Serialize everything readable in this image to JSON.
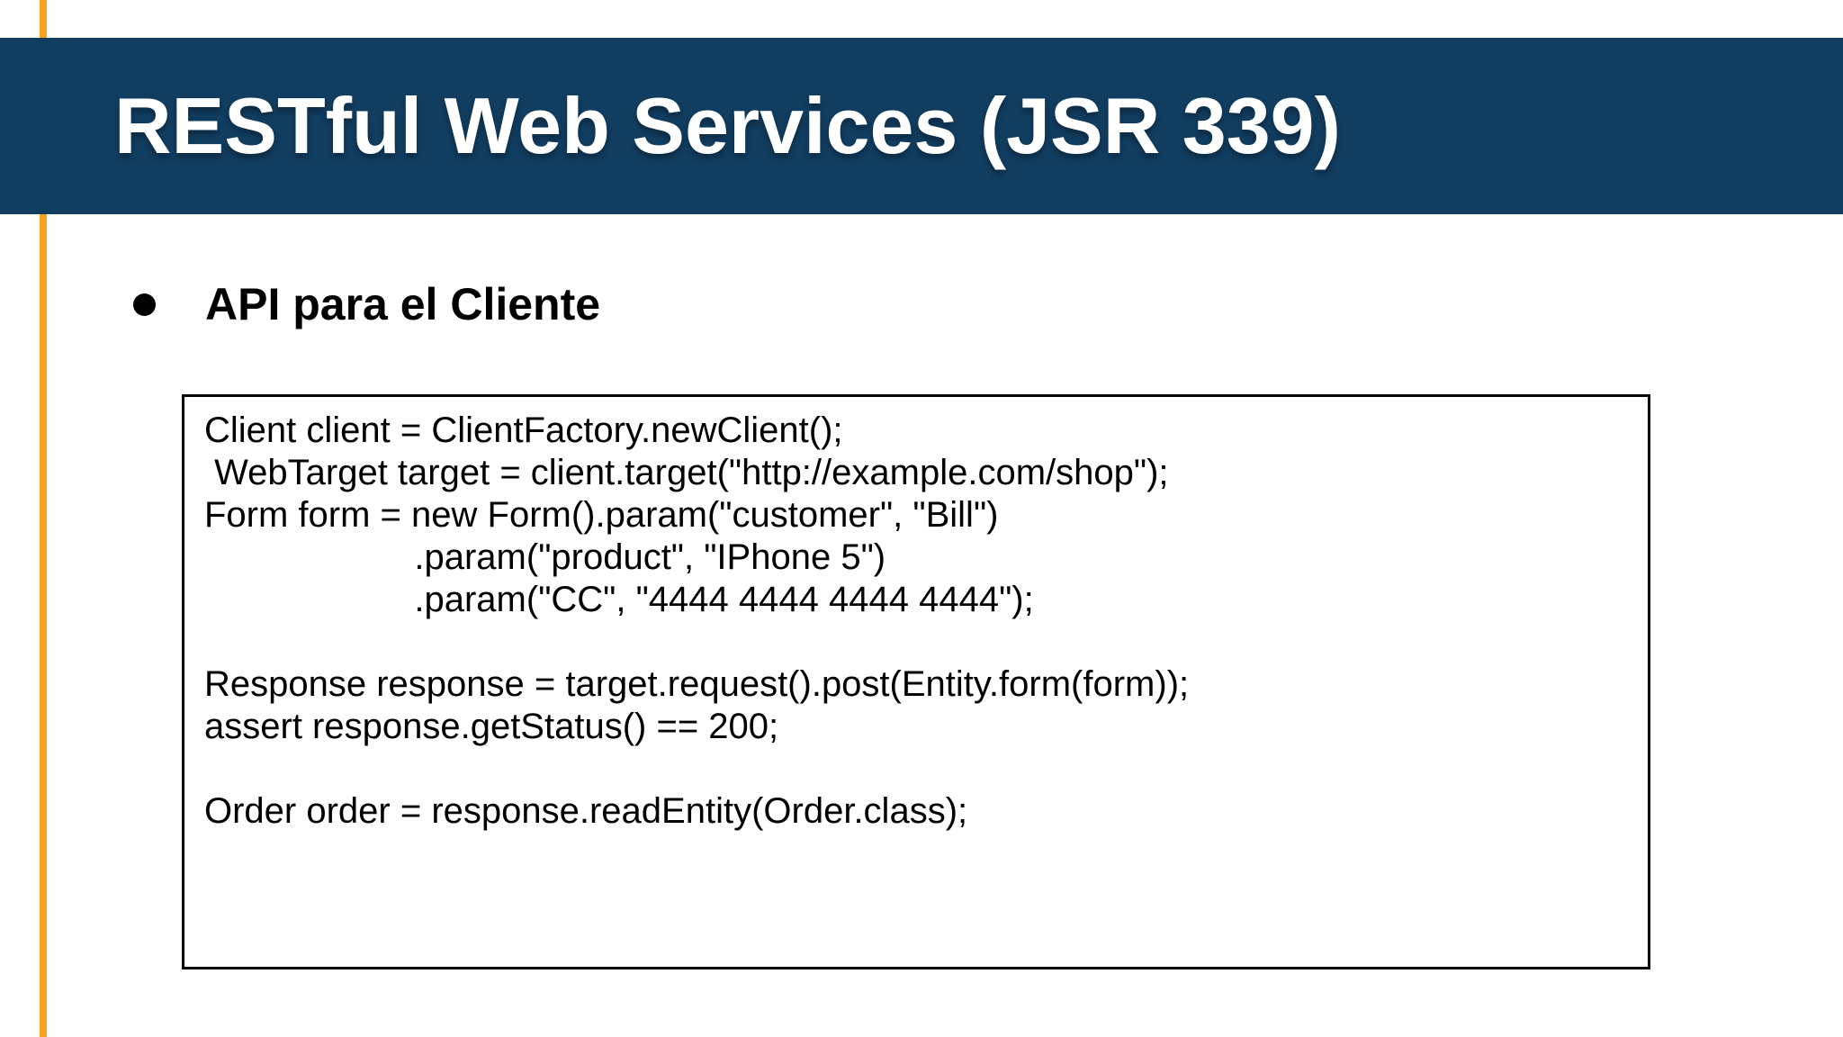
{
  "slide": {
    "title": "RESTful Web Services (JSR 339)",
    "bullet": "API para el Cliente",
    "code_lines": [
      "Client client = ClientFactory.newClient();",
      " WebTarget target = client.target(\"http://example.com/shop\");",
      "Form form = new Form().param(\"customer\", \"Bill\")",
      "                     .param(\"product\", \"IPhone 5\")",
      "                     .param(\"CC\", \"4444 4444 4444 4444\");",
      "",
      "Response response = target.request().post(Entity.form(form));",
      "assert response.getStatus() == 200;",
      "",
      "Order order = response.readEntity(Order.class);"
    ]
  },
  "colors": {
    "header_bg": "#113D60",
    "accent_line": "#F7A11C",
    "title_text": "#FFFFFF",
    "body_text": "#000000",
    "code_border": "#000000"
  }
}
